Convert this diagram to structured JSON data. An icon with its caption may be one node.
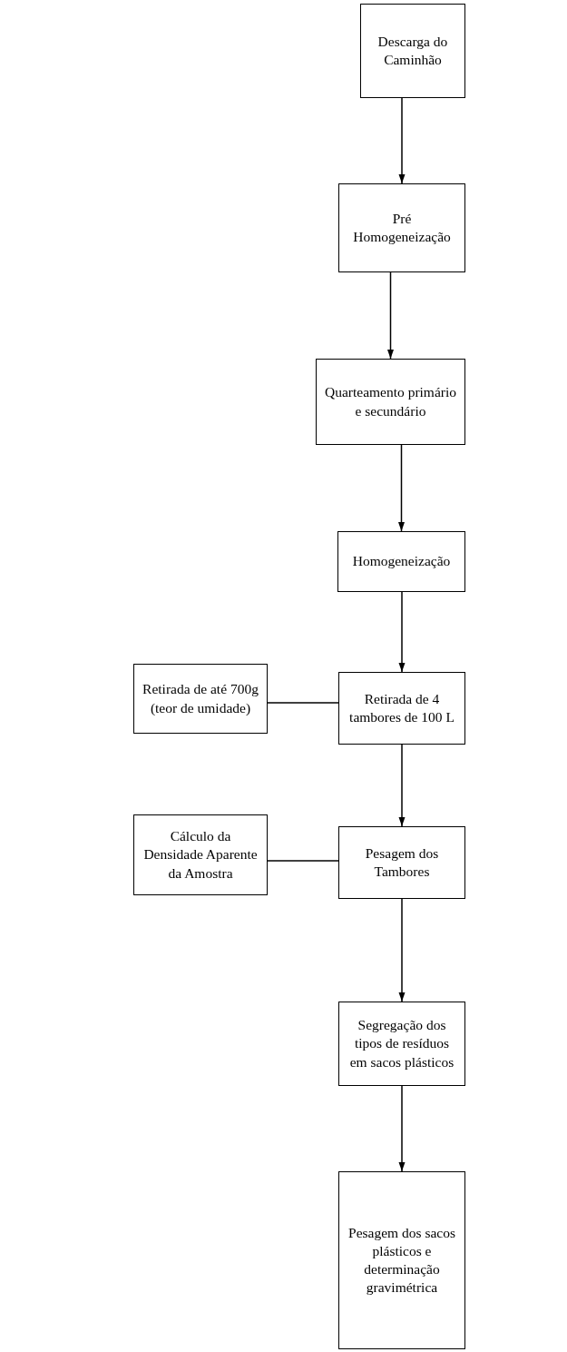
{
  "diagram": {
    "nodes": [
      {
        "text": [
          "Descarga do Caminhão"
        ]
      },
      {
        "text": [
          "Pré Homogeneização"
        ]
      },
      {
        "text": [
          "Quarteamento primário e secundário"
        ]
      },
      {
        "text": [
          "Homogeneização"
        ]
      },
      {
        "text": [
          "Retirada de até 700g (teor de umidade)"
        ]
      },
      {
        "text": [
          "Retirada de 4 tambores de 100 L"
        ]
      },
      {
        "text": [
          "Cálculo da Densidade Aparente da Amostra"
        ]
      },
      {
        "text": [
          "Pesagem dos Tambores"
        ]
      },
      {
        "text": [
          "Segregação dos tipos de resíduos em sacos plásticos"
        ]
      },
      {
        "text": [
          "Pesagem dos sacos plásticos e determinação gravimétrica"
        ]
      }
    ],
    "edges": [
      {
        "from": 0,
        "to": 1,
        "arrow": "to"
      },
      {
        "from": 1,
        "to": 2,
        "arrow": "to"
      },
      {
        "from": 2,
        "to": 3,
        "arrow": "to"
      },
      {
        "from": 3,
        "to": 5,
        "arrow": "to"
      },
      {
        "from": 5,
        "to": 4,
        "arrow": "none"
      },
      {
        "from": 5,
        "to": 7,
        "arrow": "to"
      },
      {
        "from": 7,
        "to": 6,
        "arrow": "none"
      },
      {
        "from": 7,
        "to": 8,
        "arrow": "to"
      },
      {
        "from": 8,
        "to": 9,
        "arrow": "to"
      }
    ]
  }
}
